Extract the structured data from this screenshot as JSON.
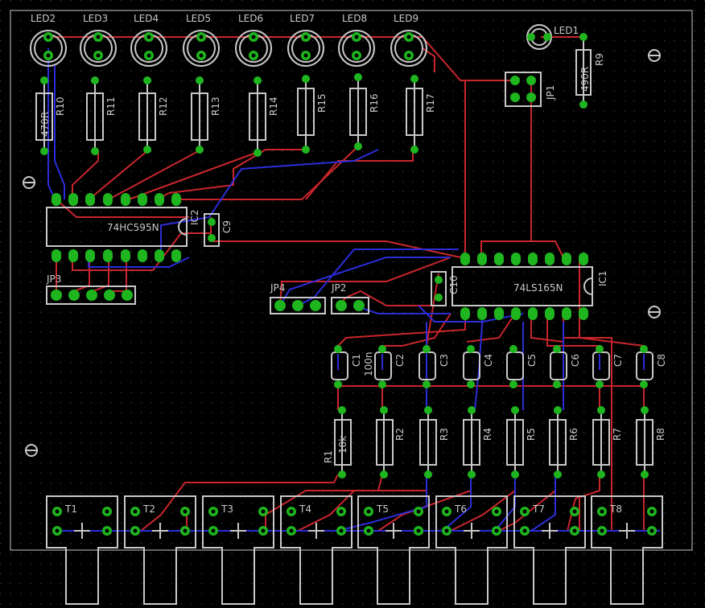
{
  "colors": {
    "background": "#000000",
    "silk": "#c8c8c8",
    "top_trace": "#c8262c",
    "bottom_trace": "#2c2cd8",
    "pad": "#1eb51e"
  },
  "ics": {
    "ic2": {
      "name": "IC2",
      "value": "74HC595N"
    },
    "ic1": {
      "name": "IC1",
      "value": "74LS165N"
    }
  },
  "leds": [
    "LED2",
    "LED3",
    "LED4",
    "LED5",
    "LED6",
    "LED7",
    "LED8",
    "LED9"
  ],
  "led1": "LED1",
  "top_resistors": [
    "R10",
    "R11",
    "R12",
    "R13",
    "R14",
    "R15",
    "R16",
    "R17"
  ],
  "r10_value": "470R",
  "r9": {
    "name": "R9",
    "value": "490R"
  },
  "caps_small": {
    "c9": "C9",
    "c10": "C10"
  },
  "caps": [
    "C1",
    "C2",
    "C3",
    "C4",
    "C5",
    "C6",
    "C7",
    "C8"
  ],
  "c2_value": "100n",
  "bottom_resistors": [
    "R1",
    "R2",
    "R3",
    "R4",
    "R5",
    "R6",
    "R7",
    "R8"
  ],
  "r1_value": "10k",
  "switches": [
    "T1",
    "T2",
    "T3",
    "T4",
    "T5",
    "T6",
    "T7",
    "T8"
  ],
  "jumpers": {
    "jp1": "JP1",
    "jp2": "JP2",
    "jp3": "JP3",
    "jp4": "JP4"
  }
}
